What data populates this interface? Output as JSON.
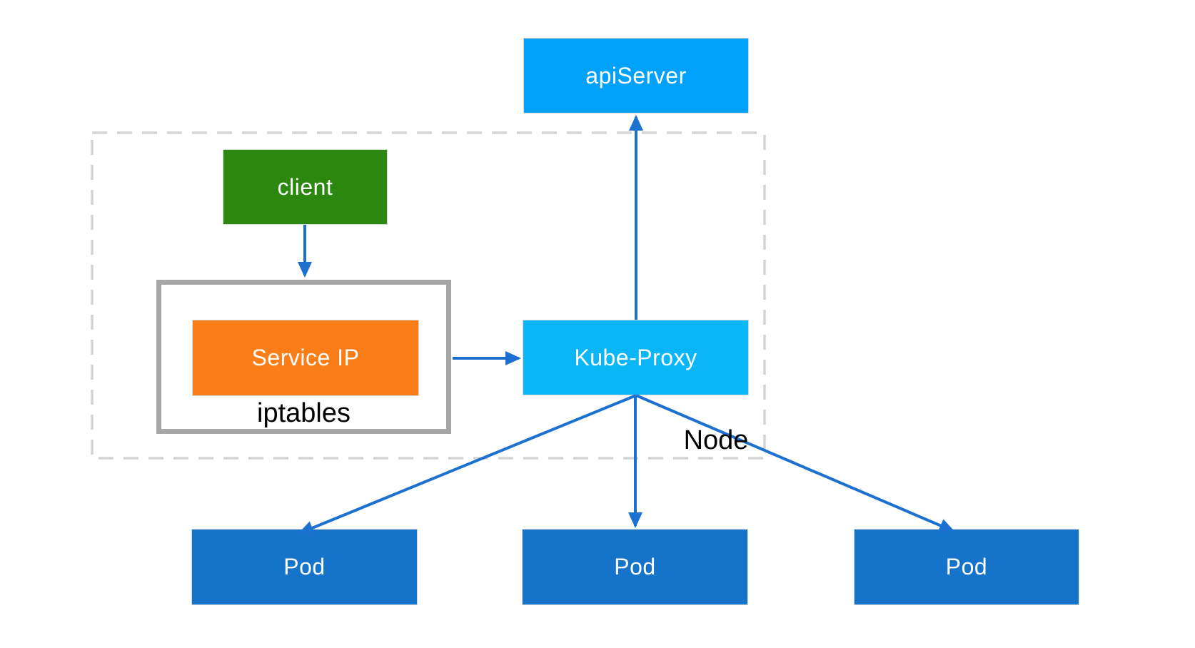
{
  "diagram_title": "Kubernetes kube-proxy service routing diagram",
  "colors": {
    "arrow": "#1c70d0",
    "dashed_border": "#d4d4d4",
    "iptables_border": "#a6a6a6",
    "api_server_bg": "#00a1fa",
    "kube_proxy_bg": "#0ab6f5",
    "client_bg": "#2b870e",
    "service_ip_bg": "#fb7d17",
    "pod_bg": "#1673ca",
    "box_label_text": "#ffffff",
    "container_label_text": "#000000"
  },
  "nodes": {
    "api_server": {
      "label": "apiServer"
    },
    "client": {
      "label": "client"
    },
    "service_ip": {
      "label": "Service IP"
    },
    "iptables": {
      "label": "iptables"
    },
    "kube_proxy": {
      "label": "Kube-Proxy"
    },
    "node": {
      "label": "Node"
    },
    "pods": [
      {
        "label": "Pod"
      },
      {
        "label": "Pod"
      },
      {
        "label": "Pod"
      }
    ]
  },
  "edges": [
    {
      "from": "client",
      "to": "iptables",
      "direction": "down"
    },
    {
      "from": "service_ip",
      "to": "kube_proxy",
      "direction": "right"
    },
    {
      "from": "kube_proxy",
      "to": "api_server",
      "direction": "up"
    },
    {
      "from": "kube_proxy",
      "to": "pod_left",
      "direction": "down-left"
    },
    {
      "from": "kube_proxy",
      "to": "pod_middle",
      "direction": "down"
    },
    {
      "from": "kube_proxy",
      "to": "pod_right",
      "direction": "down-right"
    }
  ]
}
